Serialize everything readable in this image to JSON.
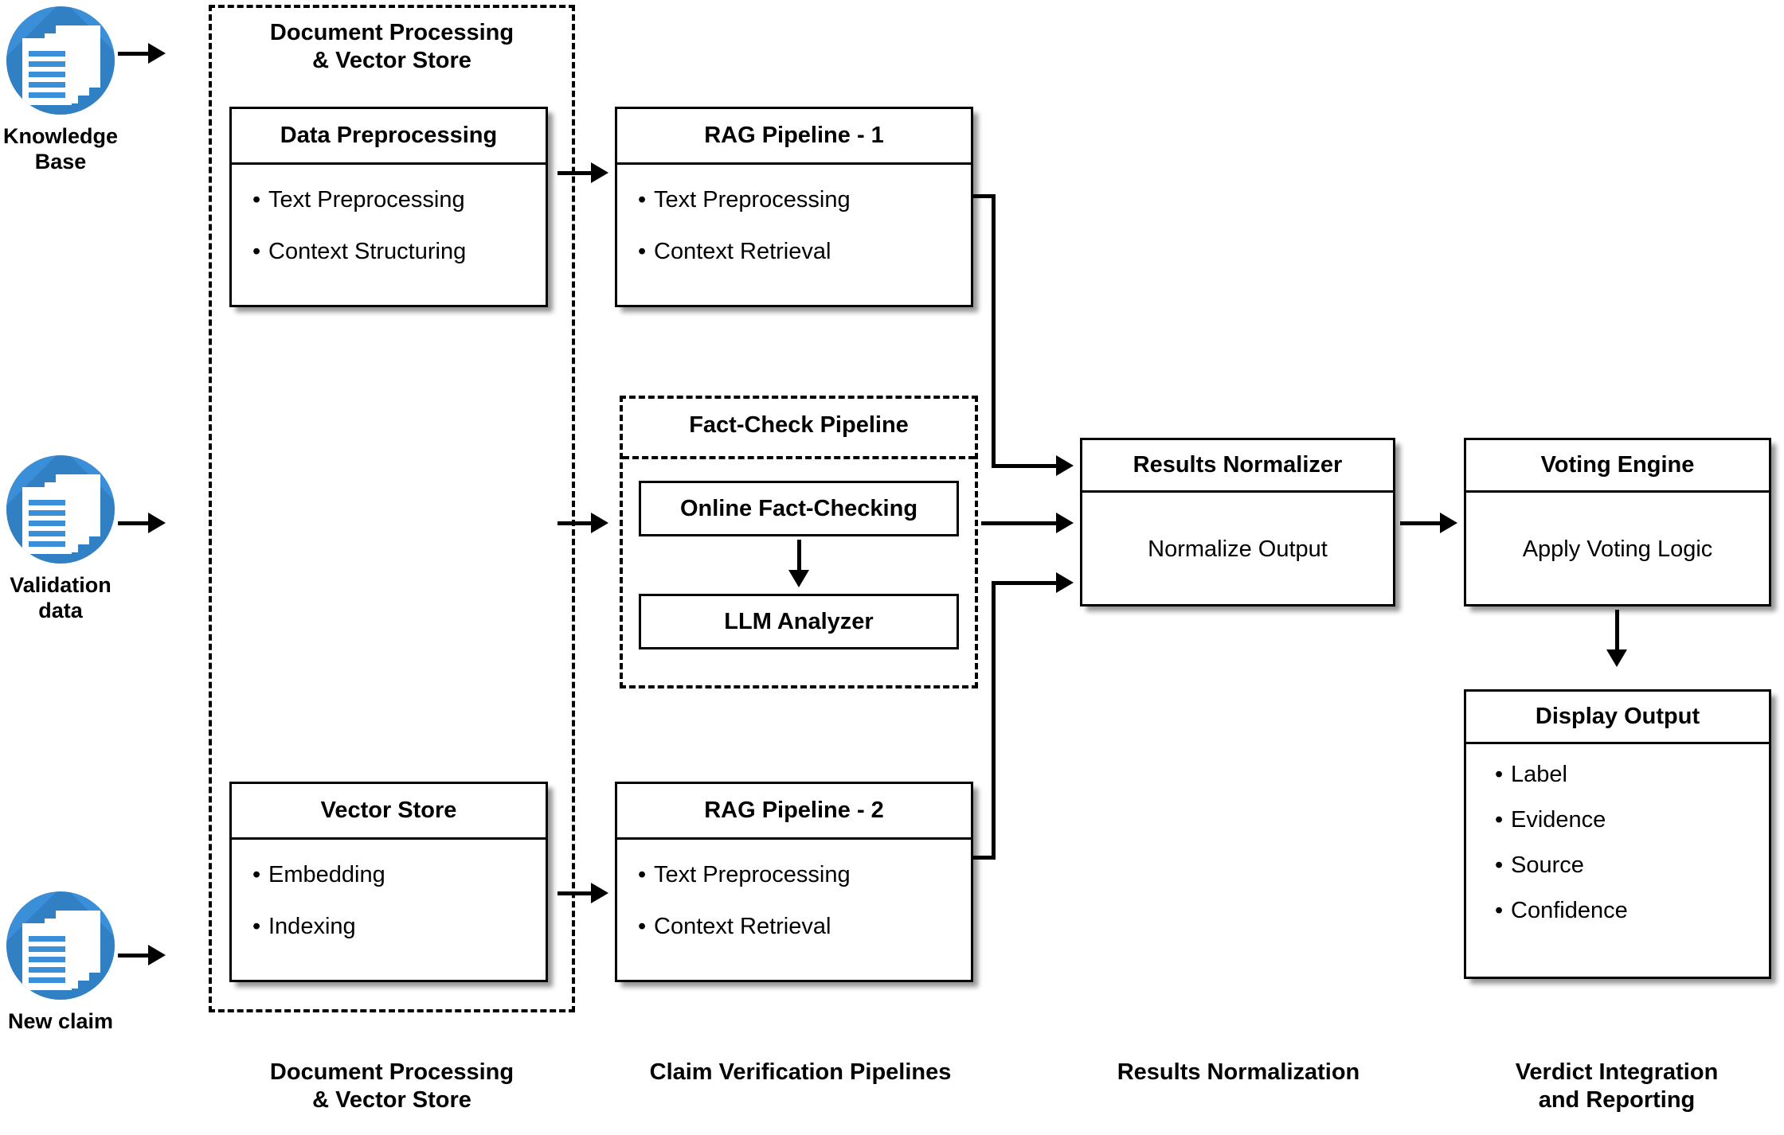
{
  "sources": [
    {
      "icon": "documents-stack-icon",
      "label": "Knowledge\nBase",
      "label_lines": [
        "Knowledge",
        "Base"
      ]
    },
    {
      "icon": "documents-stack-icon",
      "label": "Validation\ndata",
      "label_lines": [
        "Validation",
        "data"
      ]
    },
    {
      "icon": "documents-stack-icon",
      "label": "New claim",
      "label_lines": [
        "New claim"
      ]
    }
  ],
  "groups": {
    "document_processing": {
      "title_lines": [
        "Document Processing",
        "& Vector Store"
      ],
      "title": "Document Processing & Vector Store"
    },
    "fact_check": {
      "title": "Fact-Check Pipeline"
    }
  },
  "nodes": {
    "data_preprocessing": {
      "title": "Data Preprocessing",
      "items": [
        "Text Preprocessing",
        "Context Structuring"
      ]
    },
    "vector_store": {
      "title": "Vector Store",
      "items": [
        "Embedding",
        "Indexing"
      ]
    },
    "rag_pipeline_1": {
      "title": "RAG Pipeline - 1",
      "items": [
        "Text Preprocessing",
        "Context Retrieval"
      ]
    },
    "rag_pipeline_2": {
      "title": "RAG Pipeline - 2",
      "items": [
        "Text Preprocessing",
        "Context Retrieval"
      ]
    },
    "online_fact_checking": {
      "title": "Online Fact-Checking"
    },
    "llm_analyzer": {
      "title": "LLM Analyzer"
    },
    "results_normalizer": {
      "title": "Results Normalizer",
      "body": "Normalize Output"
    },
    "voting_engine": {
      "title": "Voting Engine",
      "body": "Apply Voting Logic"
    },
    "display_output": {
      "title": "Display Output",
      "items": [
        "Label",
        "Evidence",
        "Source",
        "Confidence"
      ]
    }
  },
  "stage_captions": [
    {
      "lines": [
        "Document Processing",
        "& Vector Store"
      ],
      "text": "Document Processing & Vector Store"
    },
    {
      "lines": [
        "Claim Verification Pipelines"
      ],
      "text": "Claim Verification Pipelines"
    },
    {
      "lines": [
        "Results Normalization"
      ],
      "text": "Results Normalization"
    },
    {
      "lines": [
        "Verdict Integration",
        "and Reporting"
      ],
      "text": "Verdict Integration and Reporting"
    }
  ],
  "bullet_glyph": "•",
  "colors": {
    "icon_blue": "#3b8fd8",
    "icon_blue_shade": "#2a74b4",
    "stroke": "#000000",
    "background": "#ffffff"
  }
}
